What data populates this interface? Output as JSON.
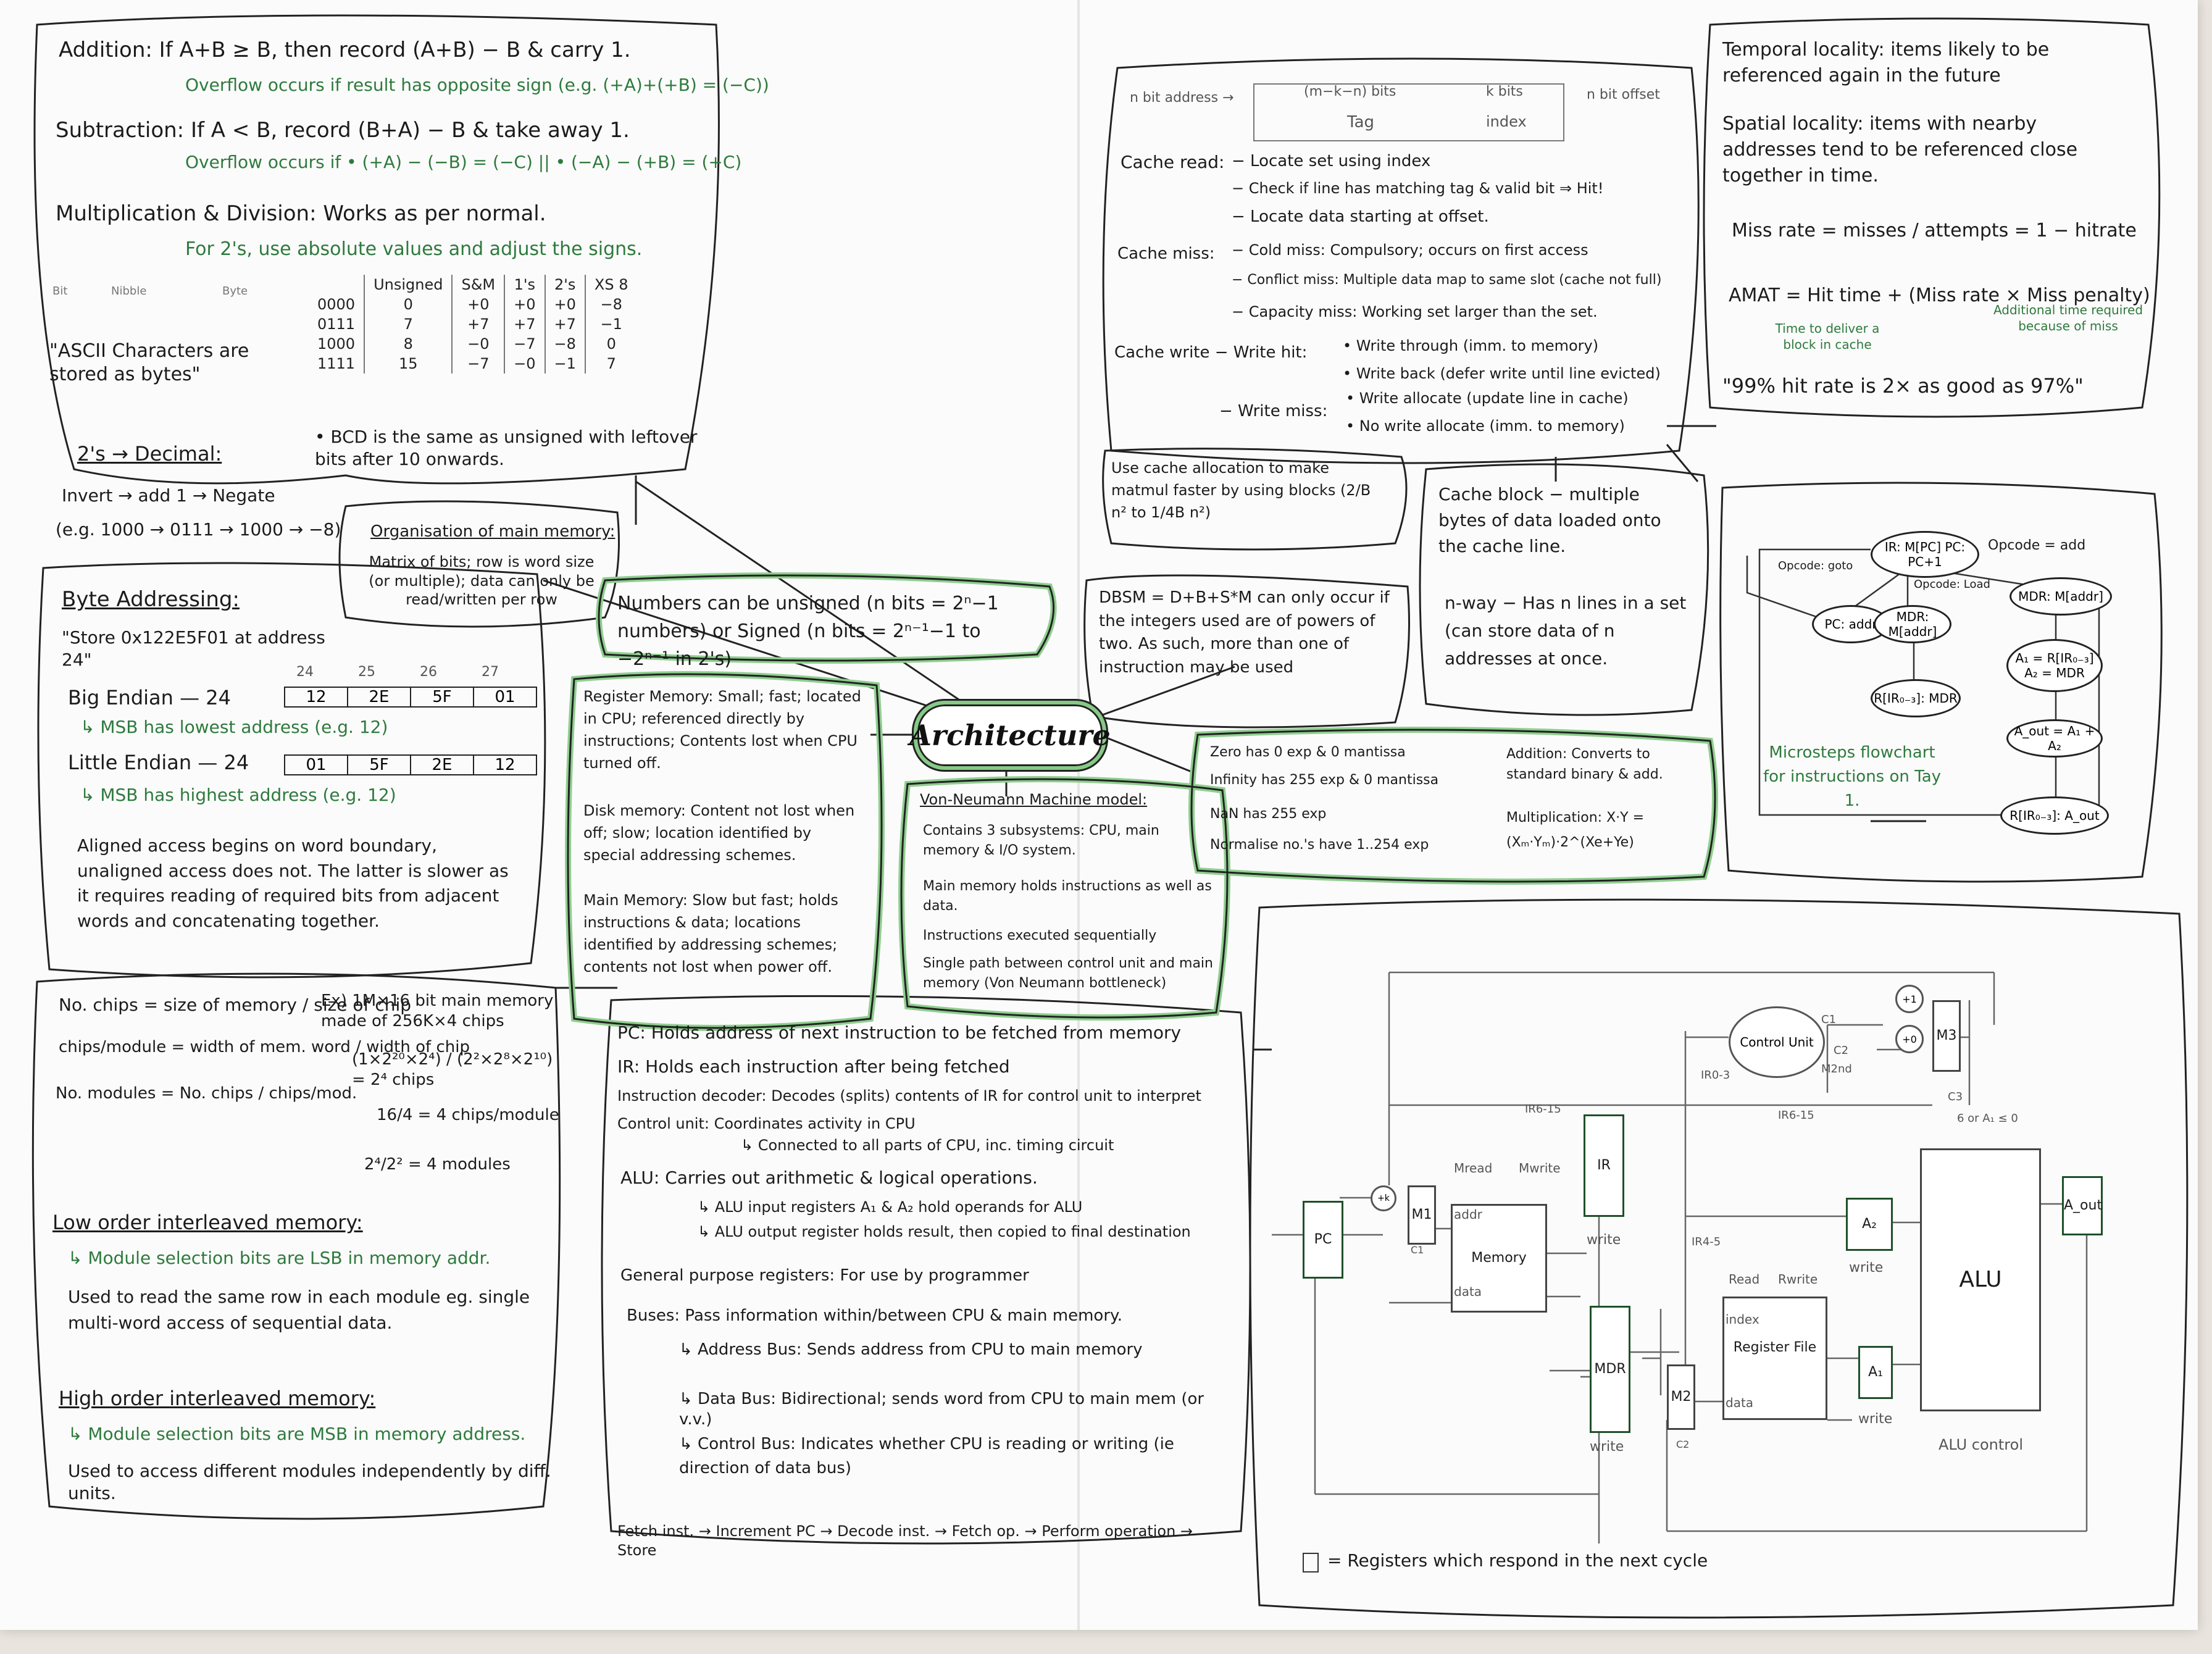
{
  "hub": "Architecture",
  "arith": {
    "addition": "Addition: If A+B ≥ B, then record (A+B) − B & carry 1.",
    "add_overflow": "Overflow occurs if result has opposite sign (e.g. (+A)+(+B) = (−C))",
    "subtraction": "Subtraction: If A < B, record (B+A) − B & take away 1.",
    "sub_overflow": "Overflow occurs if • (+A) − (−B) = (−C) || • (−A) − (+B) = (+C)",
    "muldiv": "Multiplication & Division: Works as per normal.",
    "muldiv_note": "For 2's, use absolute values and adjust the signs.",
    "units": [
      "Bit",
      "Nibble",
      "Byte"
    ],
    "ascii": "\"ASCII Characters are stored as bytes\"",
    "table_headers": [
      "",
      "Unsigned",
      "S&M",
      "1's",
      "2's",
      "XS 8"
    ],
    "table_rows": [
      [
        "0000",
        "0",
        "+0",
        "+0",
        "+0",
        "−8"
      ],
      [
        "0111",
        "7",
        "+7",
        "+7",
        "+7",
        "−1"
      ],
      [
        "1000",
        "8",
        "−0",
        "−7",
        "−8",
        "0"
      ],
      [
        "1111",
        "15",
        "−7",
        "−0",
        "−1",
        "7"
      ]
    ],
    "bcd": "• BCD is the same as unsigned with leftover bits after 10 onwards.",
    "twos_title": "2's → Decimal:",
    "twos_1": "Invert → add 1 → Negate",
    "twos_2": "(e.g. 1000 → 0111 → 1000 → −8)"
  },
  "org": {
    "title": "Organisation of main memory:",
    "body": "Matrix of bits; row is word size (or multiple); data can only be read/written per row"
  },
  "byteaddr": {
    "title": "Byte Addressing:",
    "store": "\"Store 0x122E5F01 at address 24\"",
    "addrs": [
      "24",
      "25",
      "26",
      "27"
    ],
    "big_label": "Big Endian — 24",
    "big_cells": [
      "12",
      "2E",
      "5F",
      "01"
    ],
    "big_note": "↳ MSB has lowest address (e.g. 12)",
    "little_label": "Little Endian — 24",
    "little_cells": [
      "01",
      "5F",
      "2E",
      "12"
    ],
    "little_note": "↳ MSB has highest address (e.g. 12)",
    "aligned": "Aligned access begins on word boundary, unaligned access does not. The latter is slower as it requires reading of required bits from adjacent words and concatenating together."
  },
  "numbers": "Numbers can be unsigned (n bits = 2ⁿ−1 numbers) or Signed (n bits = 2ⁿ⁻¹−1 to −2ⁿ⁻¹ in 2's)",
  "memory": {
    "register": "Register Memory: Small; fast; located in CPU; referenced directly by instructions; Contents lost when CPU turned off.",
    "disk": "Disk memory: Content not lost when off; slow; location identified by special addressing schemes.",
    "main": "Main Memory: Slow but fast; holds instructions & data; locations identified by addressing schemes; contents not lost when power off."
  },
  "chips": {
    "no_chips": "No. chips = size of memory / size of chip",
    "chips_module": "chips/module = width of mem. word / width of chip",
    "no_modules": "No. modules = No. chips / chips/mod.",
    "ex_title": "Ex) 1M×16 bit main memory made of 256K×4 chips",
    "ex_1": "(1×2²⁰×2⁴) / (2²×2⁸×2¹⁰) = 2⁴ chips",
    "ex_2": "16/4 = 4 chips/module",
    "ex_3": "2⁴/2² = 4 modules",
    "low_title": "Low order interleaved memory:",
    "low_1": "↳ Module selection bits are LSB in memory addr.",
    "low_2": "Used to read the same row in each module eg. single multi-word access of sequential data.",
    "high_title": "High order interleaved memory:",
    "high_1": "↳ Module selection bits are MSB in memory address.",
    "high_2": "Used to access different modules independently by diff. units."
  },
  "vonneumann": {
    "title": "Von-Neumann Machine model:",
    "items": [
      "Contains 3 subsystems: CPU, main memory & I/O system.",
      "Main memory holds instructions as well as data.",
      "Instructions executed sequentially",
      "Single path between control unit and main memory (Von Neumann bottleneck)"
    ]
  },
  "cpu": {
    "pc": "PC: Holds address of next instruction to be fetched from memory",
    "ir": "IR: Holds each instruction after being fetched",
    "decoder": "Instruction decoder: Decodes (splits) contents of IR for control unit to interpret",
    "control": "Control unit: Coordinates activity in CPU",
    "control_2": "↳ Connected to all parts of CPU, inc. timing circuit",
    "alu": "ALU: Carries out arithmetic & logical operations.",
    "alu_1": "↳ ALU input registers A₁ & A₂ hold operands for ALU",
    "alu_2": "↳ ALU output register holds result, then copied to final destination",
    "gpr": "General purpose registers: For use by programmer",
    "buses": "Buses: Pass information within/between CPU & main memory.",
    "addr_bus": "↳ Address Bus: Sends address from CPU to main memory",
    "data_bus": "↳ Data Bus: Bidirectional; sends word from CPU to main mem (or v.v.)",
    "ctrl_bus": "↳ Control Bus: Indicates whether CPU is reading or writing (ie direction of data bus)",
    "cycle": "Fetch inst. → Increment PC → Decode inst. → Fetch op. → Perform operation → Store"
  },
  "cache": {
    "n_bit_address": "n bit address →",
    "fields": [
      "(m−k−n) bits",
      "k bits",
      "n bit offset"
    ],
    "field_names": [
      "Tag",
      "index"
    ],
    "read_label": "Cache read:",
    "read_items": [
      "− Locate set using index",
      "− Check if line has matching tag & valid bit ⇒ Hit!",
      "− Locate data starting at offset."
    ],
    "miss_label": "Cache miss:",
    "miss_items": [
      "− Cold miss: Compulsory; occurs on first access",
      "− Conflict miss: Multiple data map to same slot (cache not full)",
      "− Capacity miss: Working set larger than the set."
    ],
    "write_label": "Cache write − Write hit:",
    "write_hit": [
      "• Write through (imm. to memory)",
      "• Write back (defer write until line evicted)"
    ],
    "write_miss_label": "− Write miss:",
    "write_miss": [
      "• Write allocate (update line in cache)",
      "• No write allocate (imm. to memory)"
    ],
    "alloc": "Use cache allocation to make matmul faster by using blocks (2/B n² to 1/4B n²)",
    "block": "Cache block − multiple bytes of data loaded onto the cache line.",
    "nway": "n-way − Has n lines in a set (can store data of n addresses at once."
  },
  "locality": {
    "temporal": "Temporal locality: items likely to be referenced again in the future",
    "spatial": "Spatial locality: items with nearby addresses tend to be referenced close together in time.",
    "missrate": "Miss rate = misses / attempts = 1 − hitrate",
    "amat": "AMAT = Hit time + (Miss rate × Miss penalty)",
    "amat_note1": "Time to deliver a block in cache",
    "amat_note2": "Additional time required because of miss",
    "quote": "\"99% hit rate is 2× as good as 97%\""
  },
  "dbsm": "DBSM = D+B+S*M can only occur if the integers used are of powers of two. As such, more than one of instruction may be used",
  "float": {
    "items": [
      "Zero has 0 exp & 0 mantissa",
      "Infinity has 255 exp & 0 mantissa",
      "NaN has 255 exp",
      "Normalise no.'s have 1..254 exp"
    ],
    "addition": "Addition: Converts to standard binary & add.",
    "mult": "Multiplication: X·Y = (Xₘ·Yₘ)·2^(Xe+Ye)"
  },
  "flow": {
    "nodes": [
      "IR: M[PC]  PC: PC+1",
      "PC: addr",
      "MDR: M[addr]",
      "MDR: M[addr]",
      "R[IR₀₋₃]: MDR",
      "A₁ = R[IR₀₋₃]  A₂ = MDR",
      "A_out = A₁ + A₂",
      "R[IR₀₋₃]: A_out"
    ],
    "labels": [
      "Opcode: goto",
      "Opcode: Load",
      "Opcode = add"
    ],
    "caption": "Microsteps flowchart for instructions on Tay 1."
  },
  "datapath": {
    "blocks": [
      "PC",
      "M1",
      "Memory",
      "IR",
      "MDR",
      "M2",
      "Register File",
      "A₂",
      "A₁",
      "ALU",
      "A_out",
      "Control Unit",
      "M3"
    ],
    "labels": [
      "Mread",
      "Mwrite",
      "addr",
      "data",
      "write",
      "write",
      "write",
      "write",
      "Read",
      "Rwrite",
      "index",
      "data",
      "ALU control",
      "C1",
      "C2",
      "C3",
      "M2nd",
      "IR0-3",
      "IR6-15",
      "IR6-15",
      "IR4-5",
      "+1",
      "+0",
      "+k",
      "C1",
      "C2",
      "6 or A₁ ≤ 0"
    ],
    "legend": "= Registers which respond in the next cycle"
  }
}
